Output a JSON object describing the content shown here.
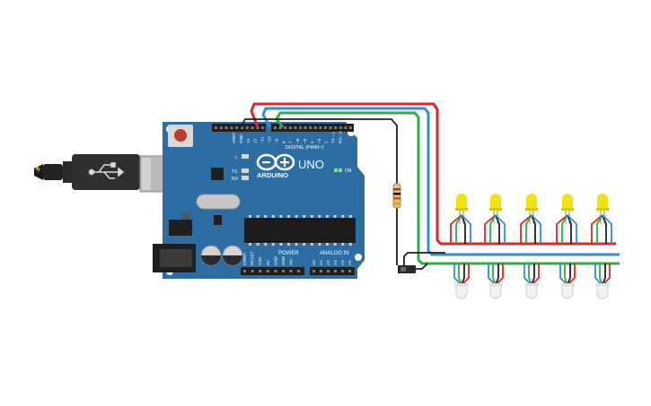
{
  "board": {
    "brand": "UNO",
    "name": "ARDUINO",
    "digital_header": "DIGITAL (PWM~)",
    "power_label": "POWER",
    "analog_label": "ANALOG IN",
    "on_label": "ON",
    "led_l": "L",
    "led_tx": "TX",
    "led_rx": "RX",
    "digital_pins": [
      "AREF",
      "GND",
      "13",
      "12",
      "~11",
      "~10",
      "~9",
      "8",
      "7",
      "~6",
      "~5",
      "4",
      "~3",
      "2",
      "TX→1",
      "RX←0"
    ],
    "power_pins": [
      "IOREF",
      "RESET",
      "3.3V",
      "5V",
      "GND",
      "GND",
      "Vin"
    ],
    "analog_pins": [
      "A0",
      "A1",
      "A2",
      "A3",
      "A4",
      "A5"
    ]
  },
  "colors": {
    "board": "#2c6ea3",
    "wire_red": "#e0262b",
    "wire_blue": "#2f8fd6",
    "wire_green": "#2fae45",
    "wire_black": "#202020",
    "led_yellow": "#f2e30f"
  }
}
